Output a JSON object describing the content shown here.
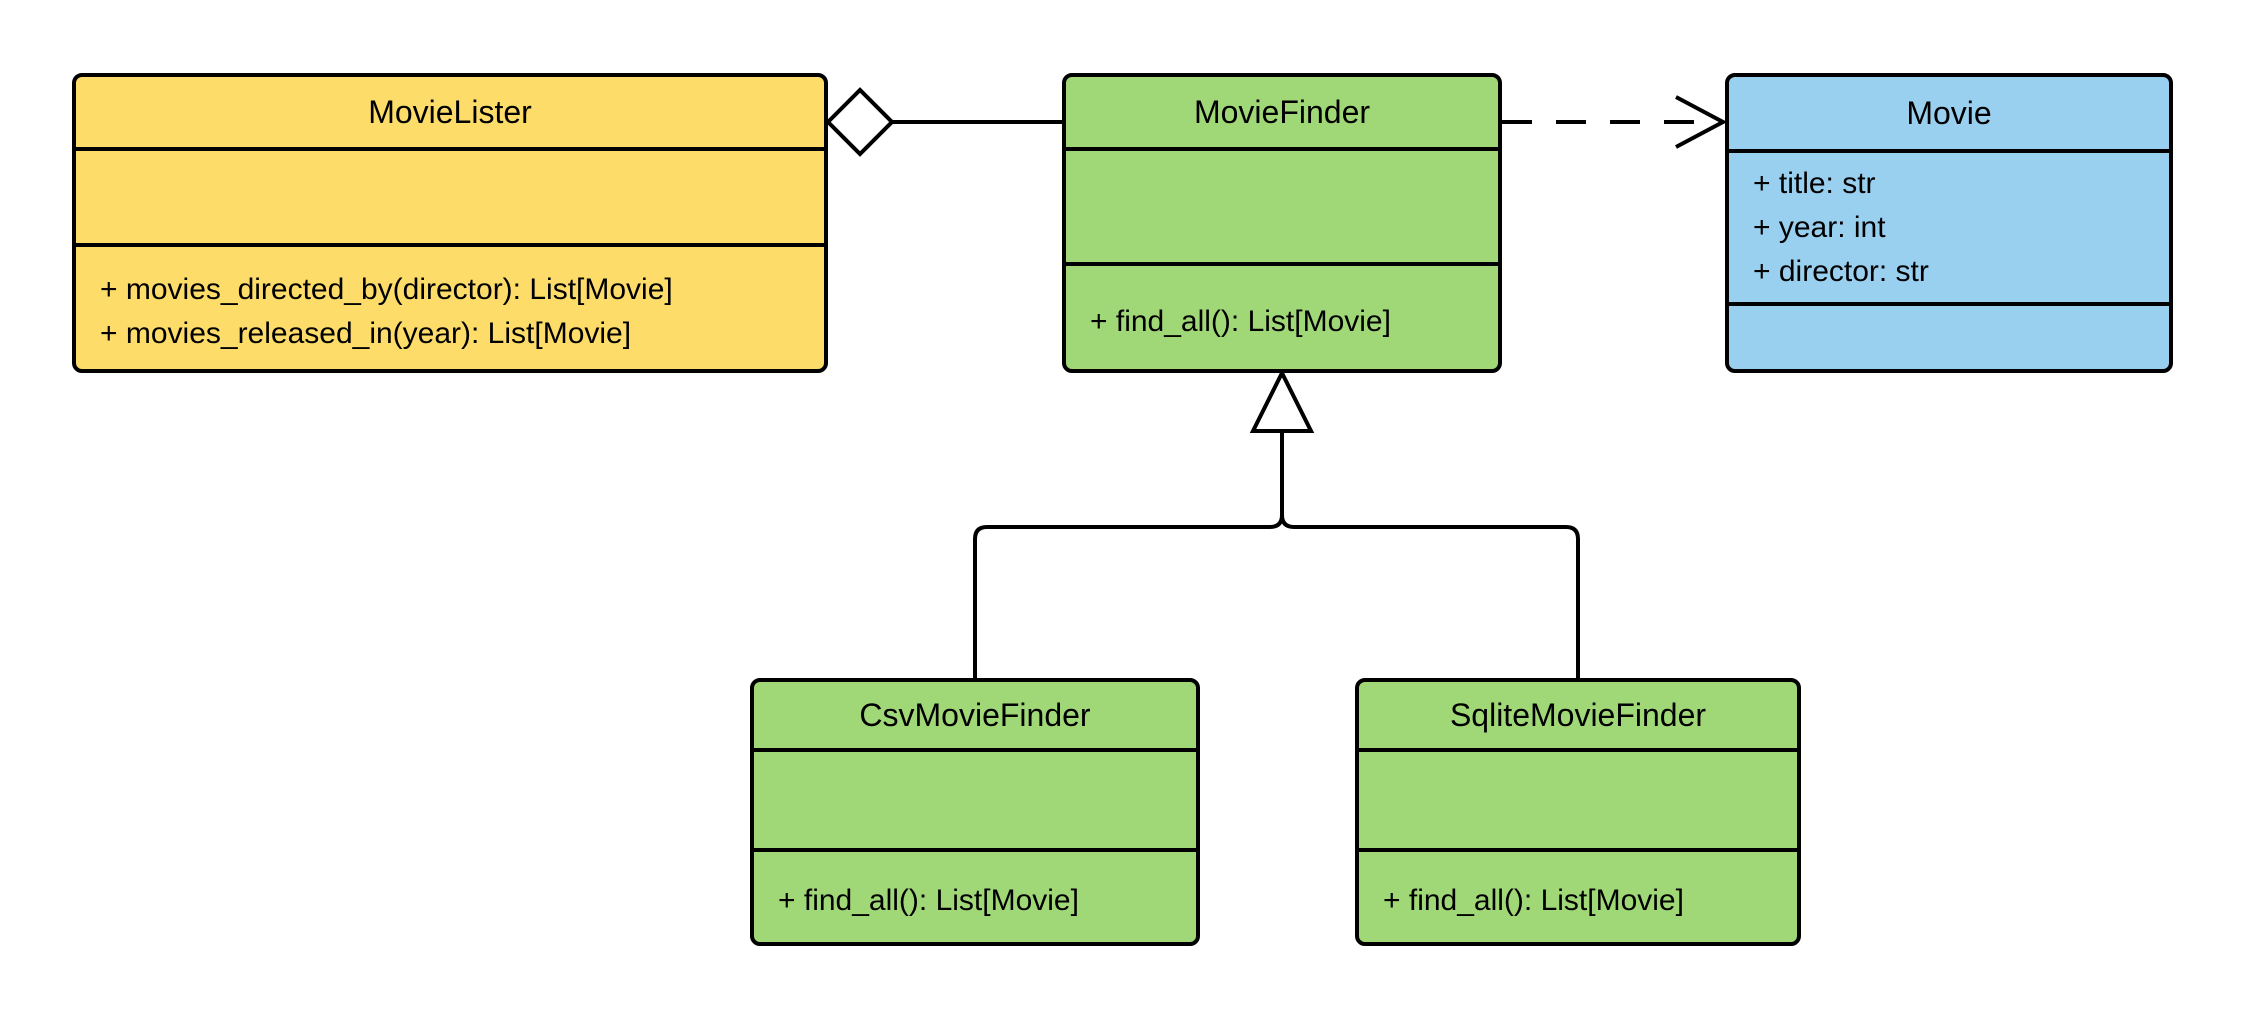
{
  "diagram": {
    "kind": "uml-class-diagram",
    "colors": {
      "background": "#ffffff",
      "stroke": "#000000",
      "yellow": "#FDDC69",
      "green": "#A0D878",
      "blue": "#99D0F0"
    },
    "classes": [
      {
        "name": "MovieLister",
        "fill": "#FDDC69",
        "attributes": [],
        "methods": [
          "+ movies_directed_by(director): List[Movie]",
          "+ movies_released_in(year): List[Movie]"
        ]
      },
      {
        "name": "MovieFinder",
        "fill": "#A0D878",
        "attributes": [],
        "methods": [
          "+ find_all(): List[Movie]"
        ]
      },
      {
        "name": "Movie",
        "fill": "#99D0F0",
        "attributes": [
          "+ title: str",
          "+ year: int",
          "+ director: str"
        ],
        "methods": []
      },
      {
        "name": "CsvMovieFinder",
        "fill": "#A0D878",
        "attributes": [],
        "methods": [
          "+ find_all(): List[Movie]"
        ]
      },
      {
        "name": "SqliteMovieFinder",
        "fill": "#A0D878",
        "attributes": [],
        "methods": [
          "+ find_all(): List[Movie]"
        ]
      }
    ],
    "relationships": [
      {
        "type": "aggregation",
        "from": "MovieLister",
        "to": "MovieFinder",
        "marker": "hollow-diamond",
        "line": "solid"
      },
      {
        "type": "dependency",
        "from": "MovieFinder",
        "to": "Movie",
        "marker": "open-arrow",
        "line": "dashed"
      },
      {
        "type": "inheritance",
        "from": "CsvMovieFinder",
        "to": "MovieFinder",
        "marker": "hollow-triangle",
        "line": "solid"
      },
      {
        "type": "inheritance",
        "from": "SqliteMovieFinder",
        "to": "MovieFinder",
        "marker": "hollow-triangle",
        "line": "solid"
      }
    ]
  }
}
